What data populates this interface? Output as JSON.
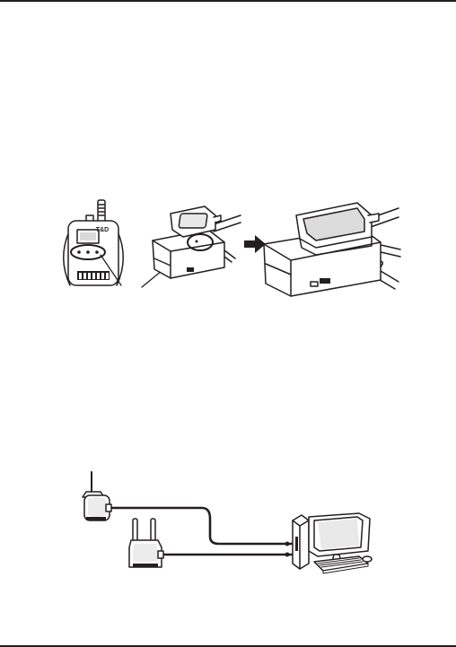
{
  "page": {
    "device_logo_text": "T&D"
  },
  "figures": [
    {
      "id": "fig1"
    },
    {
      "id": "fig2"
    }
  ]
}
